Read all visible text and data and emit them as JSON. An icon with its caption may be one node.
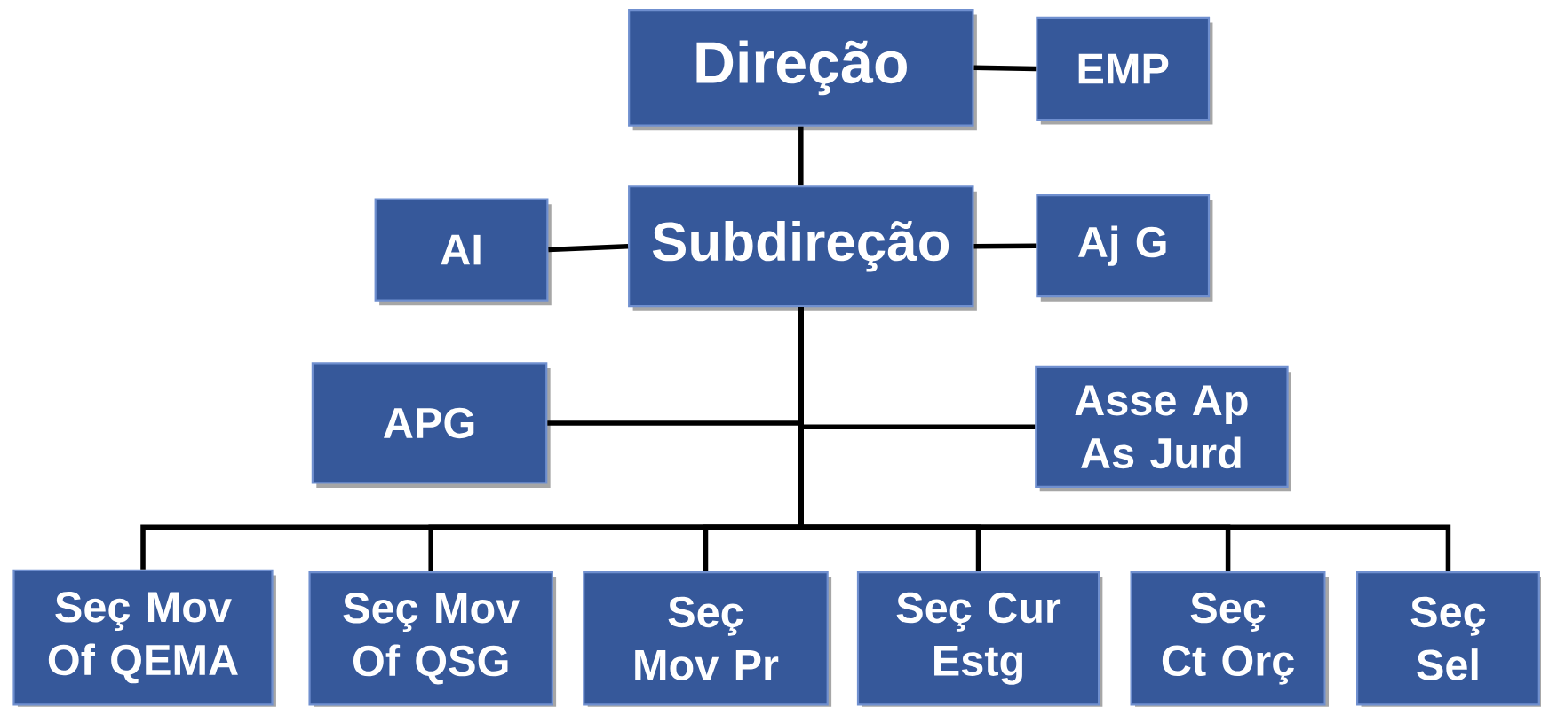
{
  "diagram": {
    "nodes": [
      {
        "text": [
          "Direção"
        ]
      },
      {
        "text": [
          "EMP"
        ]
      },
      {
        "text": [
          "AI"
        ]
      },
      {
        "text": [
          "Subdireção"
        ]
      },
      {
        "text": [
          "Aj G"
        ]
      },
      {
        "text": [
          "APG"
        ]
      },
      {
        "text": [
          "Asse Ap As Jurd"
        ]
      },
      {
        "text": [
          "Seç Mov Of QEMA"
        ]
      },
      {
        "text": [
          "Seç Mov Of QSG"
        ]
      },
      {
        "text": [
          "Seç Mov Pr"
        ]
      },
      {
        "text": [
          "Seç Cur Estg"
        ]
      },
      {
        "text": [
          "Seç Ct Orç"
        ]
      },
      {
        "text": [
          "Seç Sel"
        ]
      }
    ],
    "edges": [
      {
        "from": 0,
        "to": 1,
        "arrow": "none"
      },
      {
        "from": 0,
        "to": 3,
        "arrow": "none"
      },
      {
        "from": 2,
        "to": 3,
        "arrow": "none"
      },
      {
        "from": 3,
        "to": 4,
        "arrow": "none"
      },
      {
        "from": 3,
        "to": 5,
        "arrow": "none"
      },
      {
        "from": 3,
        "to": 6,
        "arrow": "none"
      },
      {
        "from": 3,
        "to": 7,
        "arrow": "none"
      },
      {
        "from": 3,
        "to": 8,
        "arrow": "none"
      },
      {
        "from": 3,
        "to": 9,
        "arrow": "none"
      },
      {
        "from": 3,
        "to": 10,
        "arrow": "none"
      },
      {
        "from": 3,
        "to": 11,
        "arrow": "none"
      },
      {
        "from": 3,
        "to": 12,
        "arrow": "none"
      }
    ]
  }
}
